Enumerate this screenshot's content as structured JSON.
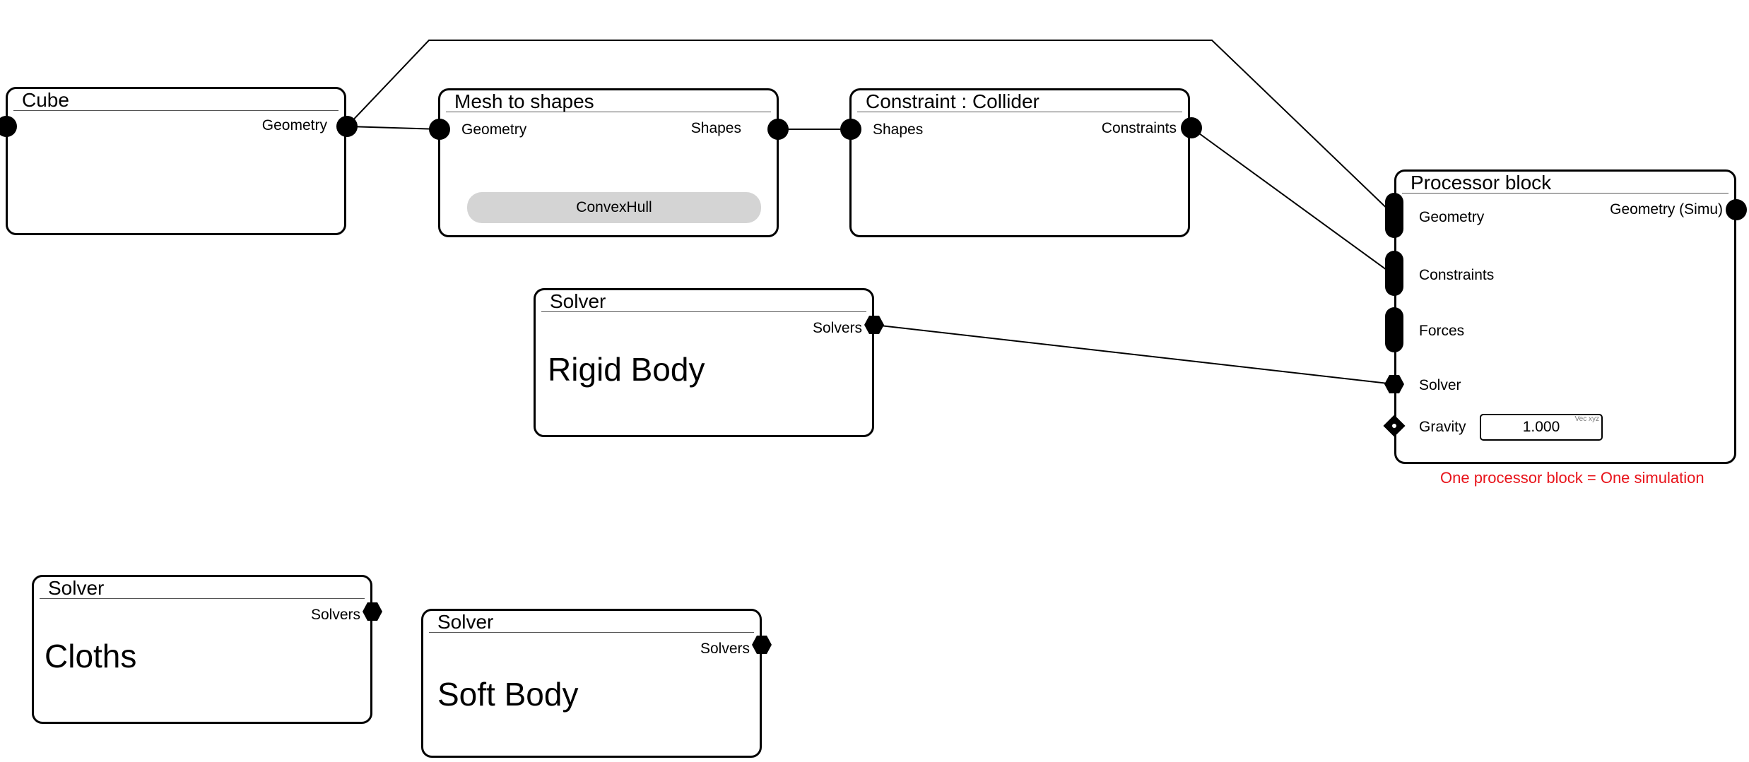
{
  "nodes": {
    "cube": {
      "title": "Cube",
      "outputs": [
        "Geometry"
      ]
    },
    "mesh_to_shapes": {
      "title": "Mesh to shapes",
      "inputs": [
        "Geometry"
      ],
      "outputs": [
        "Shapes"
      ],
      "option": "ConvexHull"
    },
    "constraint_collider": {
      "title": "Constraint : Collider",
      "inputs": [
        "Shapes"
      ],
      "outputs": [
        "Constraints"
      ]
    },
    "solver_rigid": {
      "title": "Solver",
      "outputs": [
        "Solvers"
      ],
      "label": "Rigid Body"
    },
    "processor": {
      "title": "Processor block",
      "inputs": [
        "Geometry",
        "Constraints",
        "Forces",
        "Solver",
        "Gravity"
      ],
      "outputs": [
        "Geometry (Simu)"
      ],
      "gravity": {
        "value": "1.000",
        "tag": "Vec xyz"
      },
      "note": "One processor block = One simulation"
    },
    "solver_cloths": {
      "title": "Solver",
      "outputs": [
        "Solvers"
      ],
      "label": "Cloths"
    },
    "solver_soft": {
      "title": "Solver",
      "outputs": [
        "Solvers"
      ],
      "label": "Soft Body"
    }
  },
  "connections": [
    {
      "from": "Cube.Geometry",
      "to": "Mesh to shapes.Geometry"
    },
    {
      "from": "Mesh to shapes.Shapes",
      "to": "Constraint : Collider.Shapes"
    },
    {
      "from": "Cube.Geometry",
      "to": "Processor block.Geometry"
    },
    {
      "from": "Constraint : Collider.Constraints",
      "to": "Processor block.Constraints"
    },
    {
      "from": "Solver.Solvers",
      "to": "Processor block.Solver"
    }
  ],
  "colors": {
    "stroke": "#000000",
    "note": "#e8141b",
    "option_fill": "#d4d4d4"
  }
}
